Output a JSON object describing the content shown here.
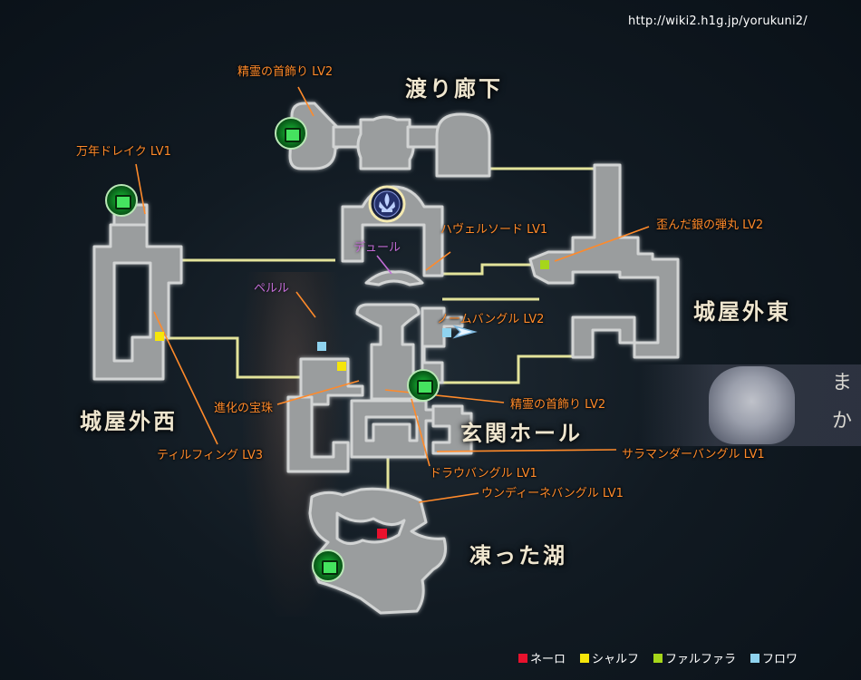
{
  "source_url": "http://wiki2.h1g.jp/yorukuni2/",
  "areas": {
    "watari_rouka": "渡り廊下",
    "shiroya_gaito": "城屋外東",
    "shiroya_gaisei": "城屋外西",
    "genkan_hall": "玄関ホール",
    "kootta_mizuumi": "凍った湖"
  },
  "items": {
    "seirei_lv2_top": "精霊の首飾り LV2",
    "mannen_drake": "万年ドレイク LV1",
    "havel_sword": "ハヴェルソード LV1",
    "yuganda_dangan": "歪んだ銀の弾丸 LV2",
    "nome_bangle": "ノームバングル LV2",
    "shinka_houju": "進化の宝珠",
    "seirei_lv2_mid": "精霊の首飾り LV2",
    "tirfing": "ティルフィング LV3",
    "salamander": "サラマンダーバングル LV1",
    "drow_bangle": "ドラウバングル LV1",
    "undine_bangle": "ウンディーネバングル LV1"
  },
  "characters": {
    "duel": "デュール",
    "pelulu": "ペルル"
  },
  "overlay_text": {
    "line1": "ま",
    "line2": "か"
  },
  "legend": [
    {
      "label": "ネーロ",
      "color": "#e8112d"
    },
    {
      "label": "シャルフ",
      "color": "#f5e50a"
    },
    {
      "label": "ファルファラ",
      "color": "#a6d61a"
    },
    {
      "label": "フロワ",
      "color": "#8fd3ef"
    }
  ],
  "colors": {
    "room": "#9a9d9e",
    "room_edge": "#d2d4d4",
    "path": "#e3e39a",
    "item_text": "#ff8a2a",
    "callout_line": "#ff8a2a",
    "character_text": "#c36cd6"
  },
  "icons": {
    "save_point": "green-save-crystal-icon",
    "warp": "fleur-de-lis-warp-icon",
    "arrow": "blue-arrow-marker-icon"
  }
}
